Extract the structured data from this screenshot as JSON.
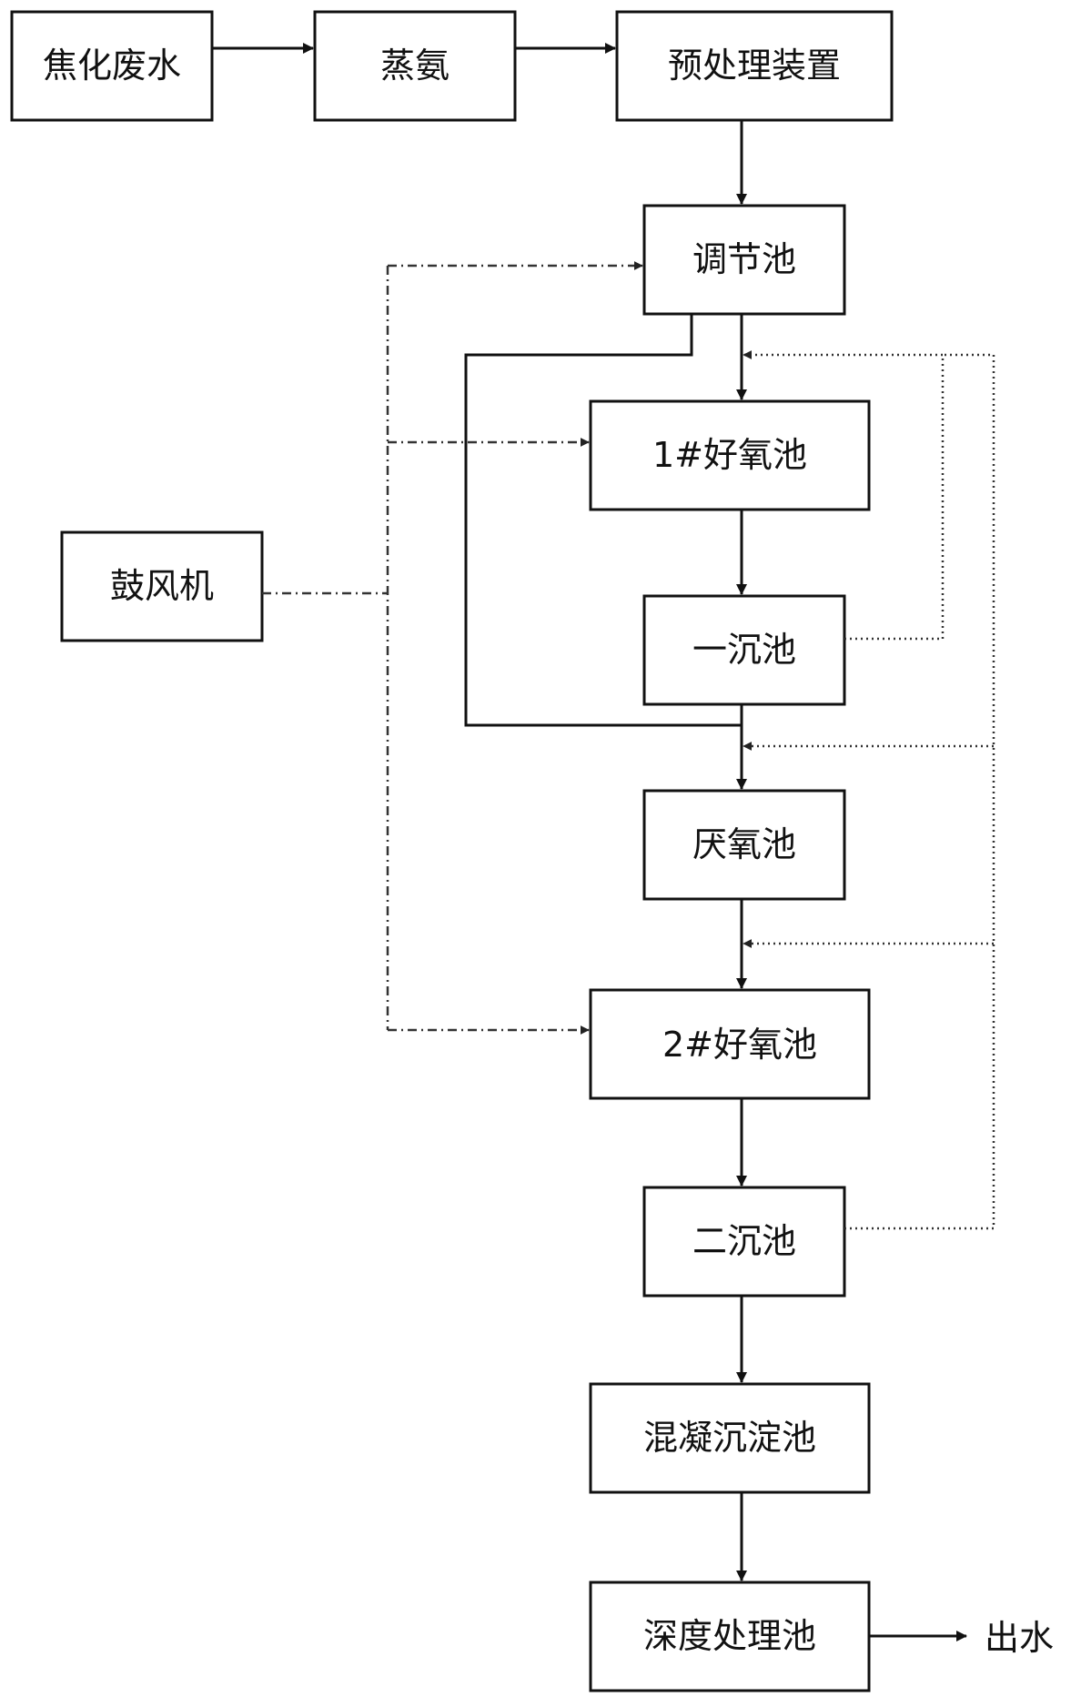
{
  "diagram": {
    "nodes": {
      "coking_wastewater": "焦化废水",
      "ammonia_stripping": "蒸氨",
      "pretreatment_unit": "预处理装置",
      "equalization_tank": "调节池",
      "aerobic_tank_1": "1#好氧池",
      "primary_clarifier": "一沉池",
      "anaerobic_tank": "厌氧池",
      "aerobic_tank_2": "2#好氧池",
      "secondary_clarifier": "二沉池",
      "coagulation_sedimentation_tank": "混凝沉淀池",
      "advanced_treatment_tank": "深度处理池",
      "blower": "鼓风机"
    },
    "outlet_label": "出水"
  }
}
